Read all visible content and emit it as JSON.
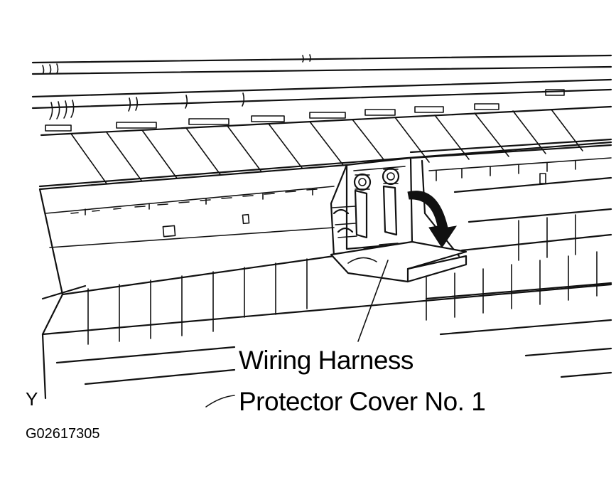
{
  "diagram": {
    "callout": {
      "line1": "Wiring Harness",
      "line2": "Protector Cover No. 1"
    },
    "corner_letter": "Y",
    "figure_code": "G02617305"
  },
  "colors": {
    "ink": "#111111",
    "paper": "#ffffff"
  }
}
